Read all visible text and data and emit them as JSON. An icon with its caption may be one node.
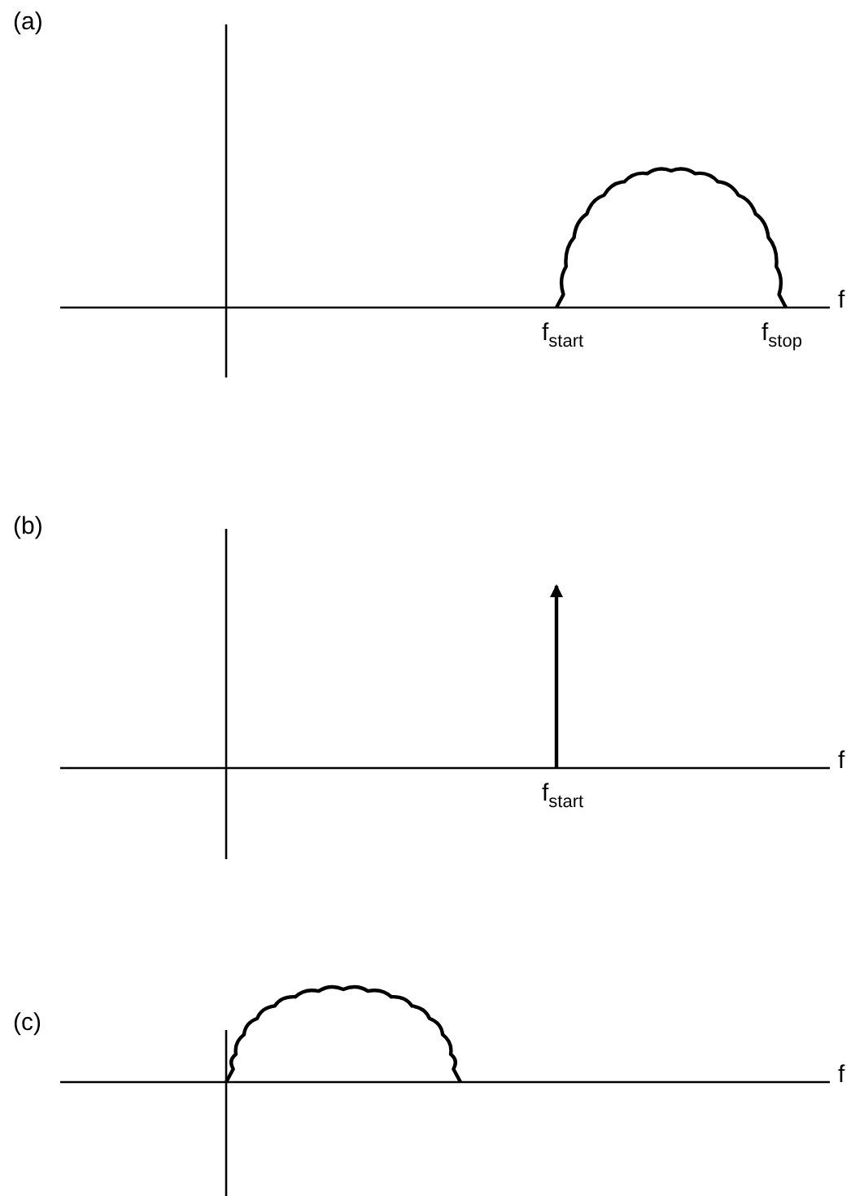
{
  "diagram": {
    "labels": [
      "(a)",
      "f$_{start}$",
      "f$_{stop}$",
      "f",
      "(b)",
      "f$_{start}$",
      "f",
      "(c)",
      "f"
    ]
  }
}
